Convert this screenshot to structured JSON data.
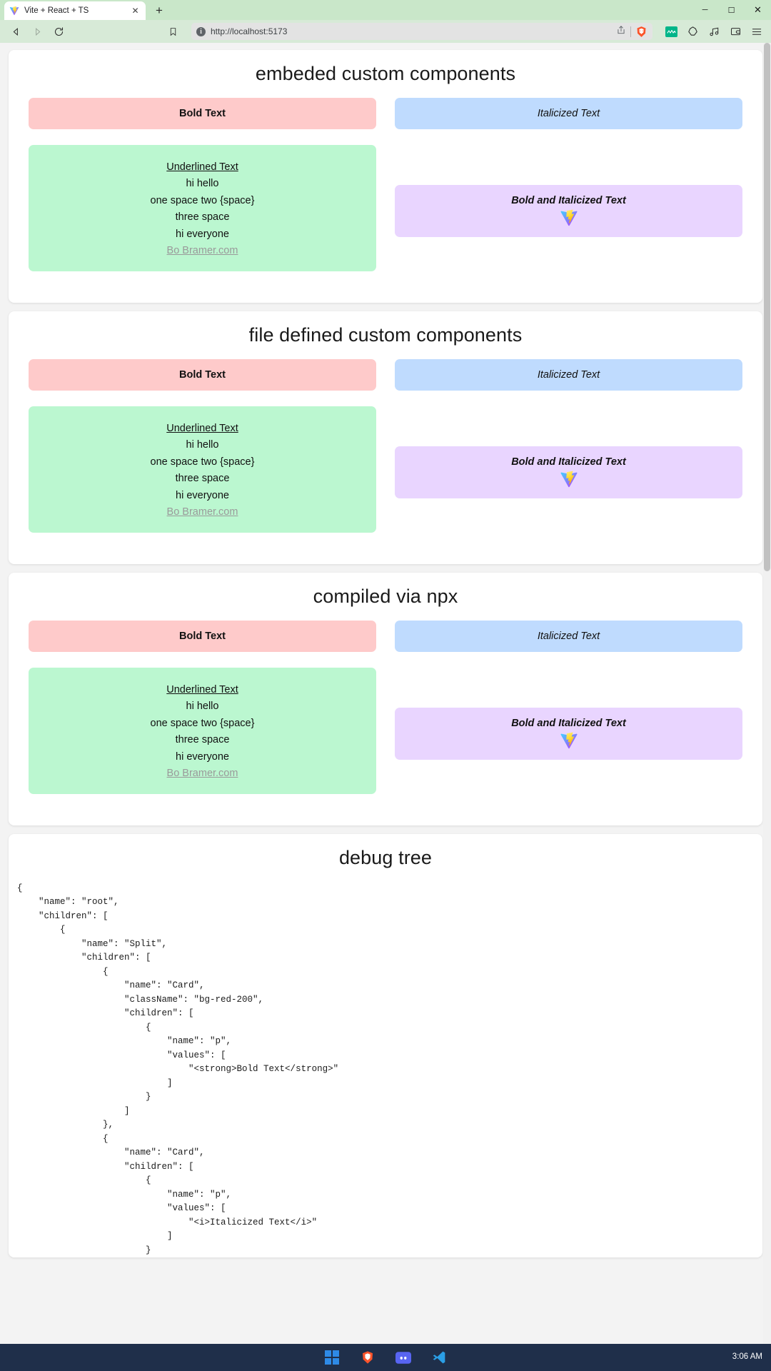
{
  "browser": {
    "tab": {
      "title": "Vite + React + TS",
      "favicon": "vite-logo-icon",
      "close": "✕"
    },
    "newtab_label": "+",
    "window_controls": {
      "minimize": "─",
      "maximize": "☐",
      "close": "✕"
    },
    "nav": {
      "back": "◁",
      "forward": "▷",
      "reload": "⟳",
      "bookmark": "bookmark-icon"
    },
    "omnibox": {
      "info": "i",
      "url": "http://localhost:5173",
      "share": "share-icon",
      "shield": "brave-shield-icon"
    },
    "toolbar_icons": [
      "extension-green-icon",
      "brave-rewards-icon",
      "music-icon",
      "wallet-icon",
      "menu-icon"
    ]
  },
  "sections": [
    {
      "title": "embeded custom components",
      "bold_text": "Bold Text",
      "italic_text": "Italicized Text",
      "green_lines": [
        "Underlined Text",
        "hi hello",
        "one space two {space}",
        "three space",
        "hi everyone"
      ],
      "green_link": "Bo Bramer.com",
      "purple_text": "Bold and Italicized Text"
    },
    {
      "title": "file defined custom components",
      "bold_text": "Bold Text",
      "italic_text": "Italicized Text",
      "green_lines": [
        "Underlined Text",
        "hi hello",
        "one space two {space}",
        "three space",
        "hi everyone"
      ],
      "green_link": "Bo Bramer.com",
      "purple_text": "Bold and Italicized Text"
    },
    {
      "title": "compiled via npx",
      "bold_text": "Bold Text",
      "italic_text": "Italicized Text",
      "green_lines": [
        "Underlined Text",
        "hi hello",
        "one space two {space}",
        "three space",
        "hi everyone"
      ],
      "green_link": "Bo Bramer.com",
      "purple_text": "Bold and Italicized Text"
    }
  ],
  "debug": {
    "title": "debug tree",
    "json": "{\n    \"name\": \"root\",\n    \"children\": [\n        {\n            \"name\": \"Split\",\n            \"children\": [\n                {\n                    \"name\": \"Card\",\n                    \"className\": \"bg-red-200\",\n                    \"children\": [\n                        {\n                            \"name\": \"p\",\n                            \"values\": [\n                                \"<strong>Bold Text</strong>\"\n                            ]\n                        }\n                    ]\n                },\n                {\n                    \"name\": \"Card\",\n                    \"children\": [\n                        {\n                            \"name\": \"p\",\n                            \"values\": [\n                                \"<i>Italicized Text</i>\"\n                            ]\n                        }"
  },
  "taskbar": {
    "apps": [
      "windows-start-icon",
      "brave-icon",
      "discord-icon",
      "vscode-icon"
    ],
    "clock": "3:06 AM"
  },
  "colors": {
    "red_box": "#fecaca",
    "blue_box": "#bfdbfe",
    "green_box": "#bbf7d0",
    "purple_box": "#e9d5ff",
    "brave_orange": "#fb542b",
    "page_bg": "#f3f3f3",
    "chrome_green": "#c9e7c9",
    "taskbar": "#1f2f4a"
  }
}
